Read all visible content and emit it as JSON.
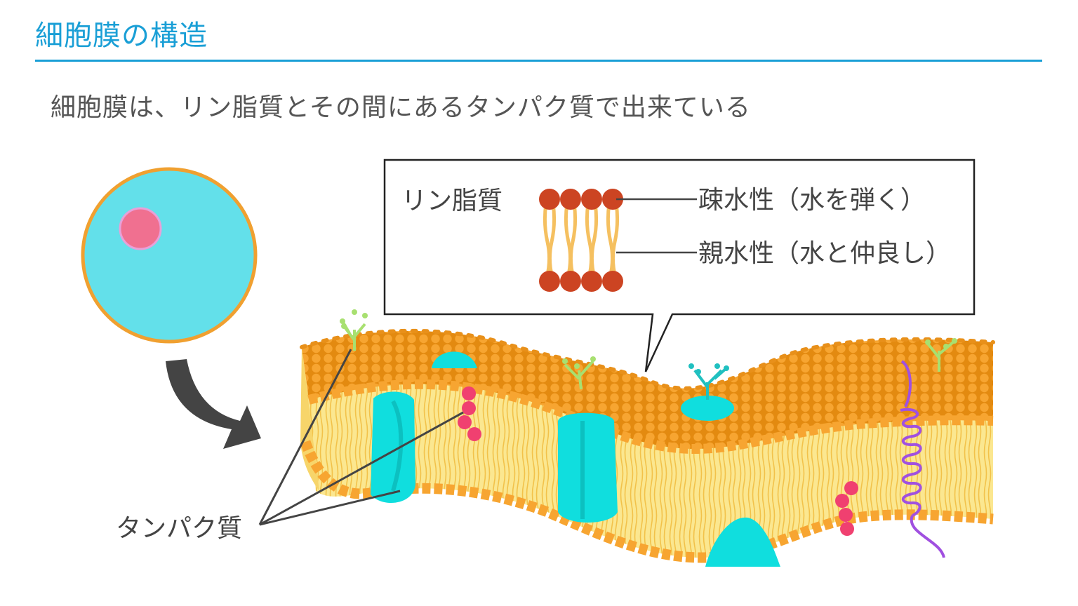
{
  "title": "細胞膜の構造",
  "subtitle": "細胞膜は、リン脂質とその間にあるタンパク質で出来ている",
  "callout": {
    "phospholipid_label": "リン脂質",
    "hydrophobic_label": "疎水性（水を弾く）",
    "hydrophilic_label": "親水性（水と仲良し）"
  },
  "protein_label": "タンパク質",
  "colors": {
    "accent": "#1a9fd6",
    "cell_fill": "#63e0ea",
    "cell_border": "#f0a030",
    "nucleus": "#f07090",
    "lipid_head_callout": "#cc4422",
    "lipid_head_membrane": "#f0a030",
    "lipid_tail": "#f5c060",
    "membrane_core": "#fbe790",
    "protein": "#10dede",
    "glyco_green": "#a8e070",
    "glyco_teal": "#20c0c0",
    "pink_protein": "#f04070",
    "helix": "#a050e0"
  },
  "icons": [
    "curved-arrow-icon"
  ]
}
